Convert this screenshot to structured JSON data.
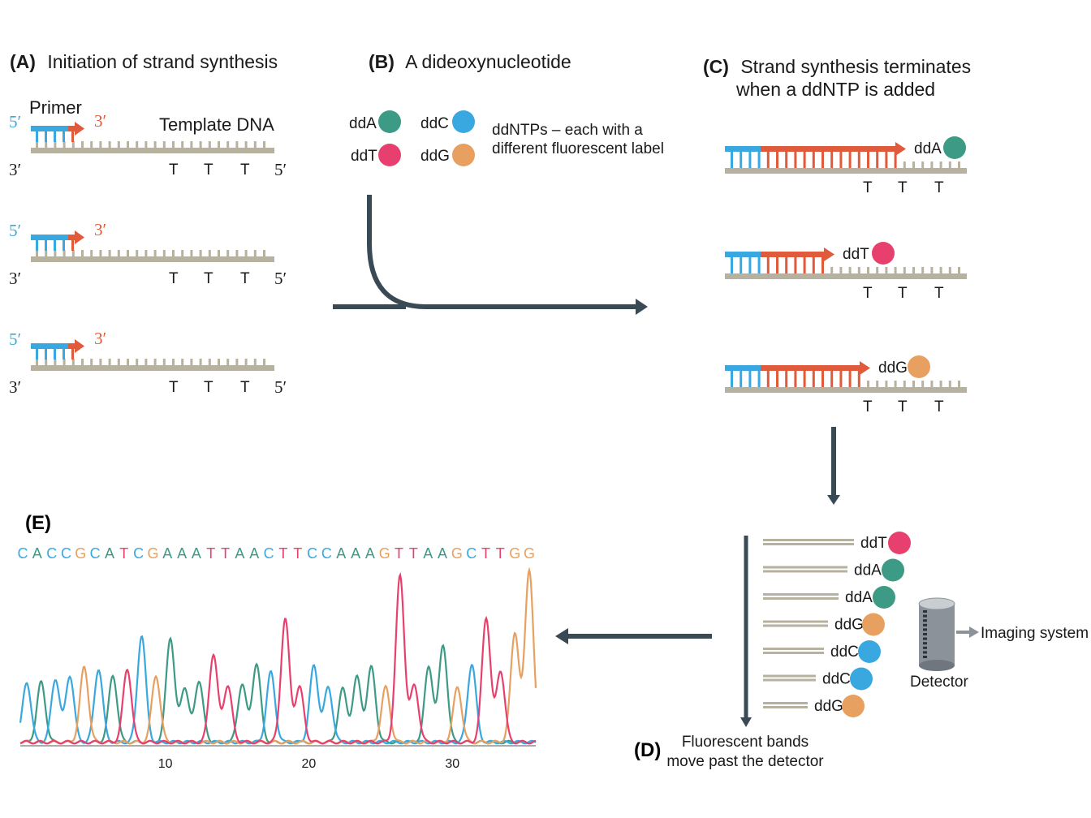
{
  "colors": {
    "A": "#3c9a85",
    "C": "#3aa8e0",
    "T": "#e8406e",
    "G": "#e8a060",
    "primer": "#3aa8e0",
    "new_strand": "#e05a3c",
    "strand": "#b7b19f",
    "arrow": "#3a4a55",
    "text": "#1a1a1a"
  },
  "panelA": {
    "letter": "(A)",
    "title": "Initiation of strand synthesis",
    "primer_label": "Primer",
    "template_label": "Template DNA",
    "five_prime": "5′",
    "three_prime": "3′",
    "t_bases": [
      "T",
      "T",
      "T"
    ]
  },
  "panelB": {
    "letter": "(B)",
    "title": "A dideoxynucleotide",
    "ddntps": [
      {
        "label": "ddA",
        "base": "A"
      },
      {
        "label": "ddC",
        "base": "C"
      },
      {
        "label": "ddT",
        "base": "T"
      },
      {
        "label": "ddG",
        "base": "G"
      }
    ],
    "note_line1": "ddNTPs – each with a",
    "note_line2": "different fluorescent label"
  },
  "panelC": {
    "letter": "(C)",
    "title_line1": "Strand synthesis terminates",
    "title_line2": "when a ddNTP is added",
    "strands": [
      {
        "label": "ddA",
        "base": "A"
      },
      {
        "label": "ddT",
        "base": "T"
      },
      {
        "label": "ddG",
        "base": "G"
      }
    ],
    "t_bases": [
      "T",
      "T",
      "T"
    ]
  },
  "panelD": {
    "letter": "(D)",
    "caption_line1": "Fluorescent bands",
    "caption_line2": "move past the detector",
    "bands": [
      {
        "label": "ddT",
        "base": "T"
      },
      {
        "label": "ddA",
        "base": "A"
      },
      {
        "label": "ddA",
        "base": "A"
      },
      {
        "label": "ddG",
        "base": "G"
      },
      {
        "label": "ddC",
        "base": "C"
      },
      {
        "label": "ddC",
        "base": "C"
      },
      {
        "label": "ddG",
        "base": "G"
      }
    ],
    "detector_label": "Detector",
    "imaging_label": "Imaging system"
  },
  "panelE": {
    "letter": "(E)",
    "sequence": "CACCGCATCGAAATTAACTTCCAAAGTTAAGCTTGG",
    "x_ticks": [
      10,
      20,
      30
    ]
  },
  "chart_data": {
    "type": "line",
    "title": "",
    "xlabel": "",
    "ylabel": "",
    "x_ticks": [
      10,
      20,
      30
    ],
    "peaks": [
      {
        "pos": 1,
        "base": "C",
        "height": 0.36
      },
      {
        "pos": 2,
        "base": "A",
        "height": 0.36
      },
      {
        "pos": 3,
        "base": "C",
        "height": 0.38
      },
      {
        "pos": 4,
        "base": "C",
        "height": 0.4
      },
      {
        "pos": 5,
        "base": "G",
        "height": 0.45
      },
      {
        "pos": 6,
        "base": "C",
        "height": 0.44
      },
      {
        "pos": 7,
        "base": "A",
        "height": 0.4
      },
      {
        "pos": 8,
        "base": "T",
        "height": 0.44
      },
      {
        "pos": 9,
        "base": "C",
        "height": 0.64
      },
      {
        "pos": 10,
        "base": "G",
        "height": 0.4
      },
      {
        "pos": 11,
        "base": "A",
        "height": 0.63
      },
      {
        "pos": 12,
        "base": "A",
        "height": 0.33
      },
      {
        "pos": 13,
        "base": "A",
        "height": 0.37
      },
      {
        "pos": 14,
        "base": "T",
        "height": 0.53
      },
      {
        "pos": 15,
        "base": "T",
        "height": 0.34
      },
      {
        "pos": 16,
        "base": "A",
        "height": 0.35
      },
      {
        "pos": 17,
        "base": "A",
        "height": 0.47
      },
      {
        "pos": 18,
        "base": "C",
        "height": 0.42
      },
      {
        "pos": 19,
        "base": "T",
        "height": 0.74
      },
      {
        "pos": 20,
        "base": "T",
        "height": 0.33
      },
      {
        "pos": 21,
        "base": "C",
        "height": 0.46
      },
      {
        "pos": 22,
        "base": "C",
        "height": 0.33
      },
      {
        "pos": 23,
        "base": "A",
        "height": 0.32
      },
      {
        "pos": 24,
        "base": "A",
        "height": 0.39
      },
      {
        "pos": 25,
        "base": "A",
        "height": 0.45
      },
      {
        "pos": 26,
        "base": "G",
        "height": 0.33
      },
      {
        "pos": 27,
        "base": "T",
        "height": 1.0
      },
      {
        "pos": 28,
        "base": "T",
        "height": 0.34
      },
      {
        "pos": 29,
        "base": "A",
        "height": 0.45
      },
      {
        "pos": 30,
        "base": "A",
        "height": 0.58
      },
      {
        "pos": 31,
        "base": "G",
        "height": 0.33
      },
      {
        "pos": 32,
        "base": "C",
        "height": 0.47
      },
      {
        "pos": 33,
        "base": "T",
        "height": 0.75
      },
      {
        "pos": 34,
        "base": "T",
        "height": 0.43
      },
      {
        "pos": 35,
        "base": "G",
        "height": 0.66
      },
      {
        "pos": 36,
        "base": "G",
        "height": 1.04
      }
    ]
  }
}
